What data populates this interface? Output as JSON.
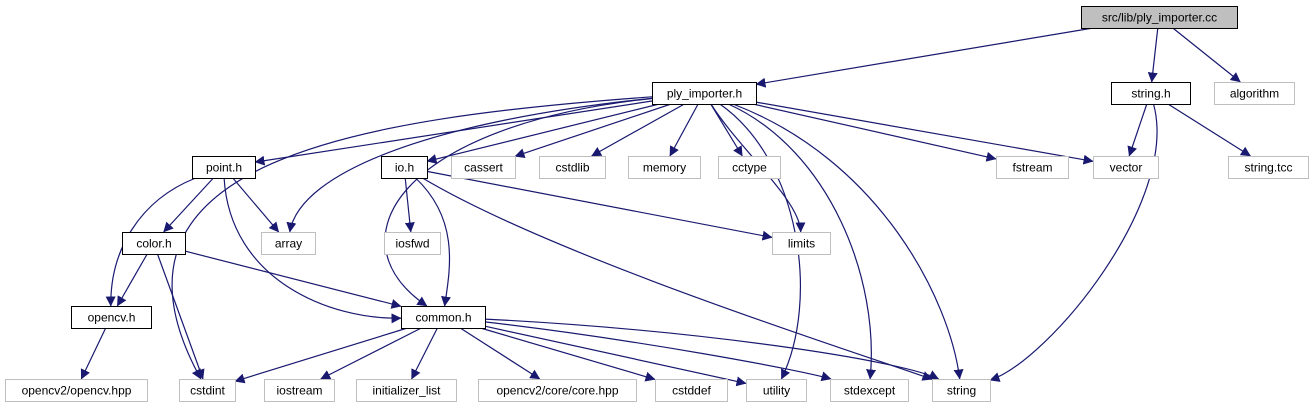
{
  "diagram": {
    "kind": "include-dependency-graph",
    "colors": {
      "edge": "#191970",
      "node_border_project": "#000000",
      "node_border_system": "#bfbfbf",
      "root_fill": "#bfbfbf",
      "node_fill": "#ffffff"
    },
    "nodes": [
      {
        "id": "ply_importer_cc",
        "label": "src/lib/ply_importer.cc",
        "kind": "root"
      },
      {
        "id": "ply_importer_h",
        "label": "ply_importer.h",
        "kind": "project"
      },
      {
        "id": "string_h",
        "label": "string.h",
        "kind": "project"
      },
      {
        "id": "algorithm",
        "label": "algorithm",
        "kind": "system"
      },
      {
        "id": "point_h",
        "label": "point.h",
        "kind": "project"
      },
      {
        "id": "io_h",
        "label": "io.h",
        "kind": "project"
      },
      {
        "id": "cassert",
        "label": "cassert",
        "kind": "system"
      },
      {
        "id": "cstdlib",
        "label": "cstdlib",
        "kind": "system"
      },
      {
        "id": "memory",
        "label": "memory",
        "kind": "system"
      },
      {
        "id": "cctype",
        "label": "cctype",
        "kind": "system"
      },
      {
        "id": "fstream",
        "label": "fstream",
        "kind": "system"
      },
      {
        "id": "vector",
        "label": "vector",
        "kind": "system"
      },
      {
        "id": "string_tcc",
        "label": "string.tcc",
        "kind": "system"
      },
      {
        "id": "color_h",
        "label": "color.h",
        "kind": "project"
      },
      {
        "id": "array",
        "label": "array",
        "kind": "system"
      },
      {
        "id": "iosfwd",
        "label": "iosfwd",
        "kind": "system"
      },
      {
        "id": "limits",
        "label": "limits",
        "kind": "system"
      },
      {
        "id": "opencv_h",
        "label": "opencv.h",
        "kind": "project"
      },
      {
        "id": "common_h",
        "label": "common.h",
        "kind": "project"
      },
      {
        "id": "opencv_hpp",
        "label": "opencv2/opencv.hpp",
        "kind": "system"
      },
      {
        "id": "cstdint",
        "label": "cstdint",
        "kind": "system"
      },
      {
        "id": "iostream",
        "label": "iostream",
        "kind": "system"
      },
      {
        "id": "initializer_list",
        "label": "initializer_list",
        "kind": "system"
      },
      {
        "id": "core_hpp",
        "label": "opencv2/core/core.hpp",
        "kind": "system"
      },
      {
        "id": "cstddef",
        "label": "cstddef",
        "kind": "system"
      },
      {
        "id": "utility",
        "label": "utility",
        "kind": "system"
      },
      {
        "id": "stdexcept",
        "label": "stdexcept",
        "kind": "system"
      },
      {
        "id": "string",
        "label": "string",
        "kind": "system"
      }
    ],
    "edges": [
      [
        "ply_importer_cc",
        "ply_importer_h"
      ],
      [
        "ply_importer_cc",
        "string_h"
      ],
      [
        "ply_importer_cc",
        "algorithm"
      ],
      [
        "ply_importer_h",
        "point_h"
      ],
      [
        "ply_importer_h",
        "array"
      ],
      [
        "ply_importer_h",
        "io_h"
      ],
      [
        "ply_importer_h",
        "common_h"
      ],
      [
        "ply_importer_h",
        "cassert"
      ],
      [
        "ply_importer_h",
        "cstdlib"
      ],
      [
        "ply_importer_h",
        "memory"
      ],
      [
        "ply_importer_h",
        "cctype"
      ],
      [
        "ply_importer_h",
        "limits"
      ],
      [
        "ply_importer_h",
        "utility"
      ],
      [
        "ply_importer_h",
        "stdexcept"
      ],
      [
        "ply_importer_h",
        "string"
      ],
      [
        "ply_importer_h",
        "fstream"
      ],
      [
        "ply_importer_h",
        "vector"
      ],
      [
        "ply_importer_h",
        "cstdint"
      ],
      [
        "string_h",
        "vector"
      ],
      [
        "string_h",
        "string_tcc"
      ],
      [
        "string_h",
        "string"
      ],
      [
        "point_h",
        "color_h"
      ],
      [
        "point_h",
        "array"
      ],
      [
        "point_h",
        "opencv_h"
      ],
      [
        "point_h",
        "common_h"
      ],
      [
        "color_h",
        "opencv_h"
      ],
      [
        "color_h",
        "cstdint"
      ],
      [
        "color_h",
        "common_h"
      ],
      [
        "io_h",
        "iosfwd"
      ],
      [
        "io_h",
        "common_h"
      ],
      [
        "io_h",
        "limits"
      ],
      [
        "io_h",
        "string"
      ],
      [
        "opencv_h",
        "opencv_hpp"
      ],
      [
        "common_h",
        "cstdint"
      ],
      [
        "common_h",
        "iostream"
      ],
      [
        "common_h",
        "initializer_list"
      ],
      [
        "common_h",
        "core_hpp"
      ],
      [
        "common_h",
        "cstddef"
      ],
      [
        "common_h",
        "utility"
      ],
      [
        "common_h",
        "stdexcept"
      ],
      [
        "common_h",
        "string"
      ]
    ]
  }
}
